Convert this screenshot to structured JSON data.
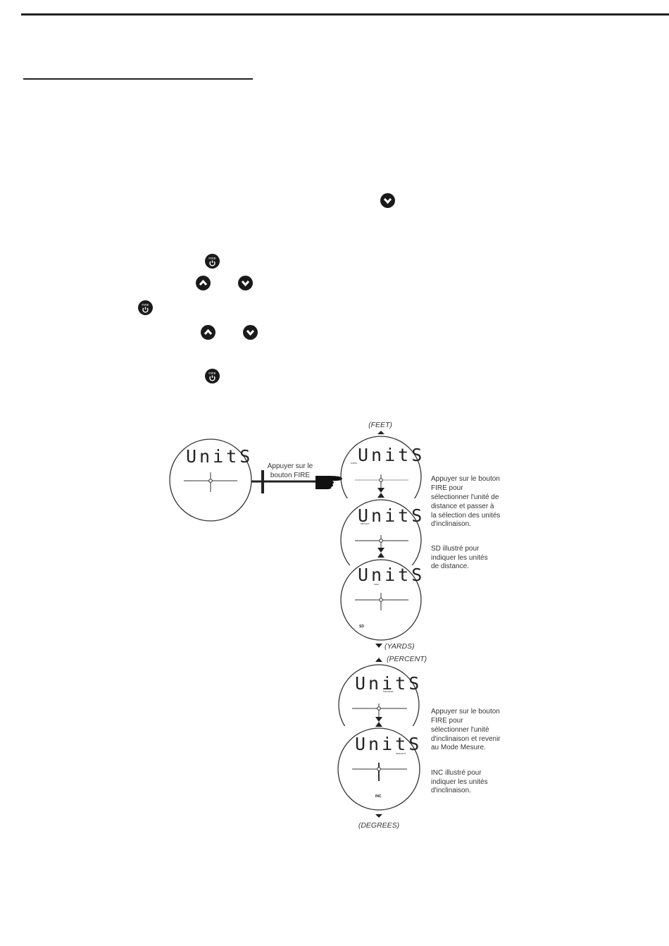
{
  "icons": {
    "down": "chevron-down-button",
    "up": "chevron-up-button",
    "fire": "fire-power-button",
    "fire_label": "FIRE"
  },
  "diagram": {
    "lcd_text": "UnitS",
    "press_fire": [
      "Appuyer sur le",
      "bouton FIRE"
    ],
    "feet": "(FEET)",
    "yards": "(YARDS)",
    "percent": "(PERCENT)",
    "degrees": "(DEGREES)",
    "unit_tags": [
      "YARDS",
      "METERS",
      "FEET",
      "DEGREES",
      "PERCENT"
    ],
    "sd": "SD",
    "inc": "INC",
    "note_distance": [
      "Appuyer sur le bouton",
      "FIRE pour",
      "sélectionner l'unité de",
      "distance et passer à",
      "la sélection des unités",
      "d'inclinaison."
    ],
    "note_sd": [
      "SD illustré pour",
      "indiquer les unités",
      "de distance."
    ],
    "note_incline": [
      "Appuyer sur le bouton",
      "FIRE pour",
      "sélectionner l'unité",
      "d'inclinaison et revenir",
      "au Mode Mesure."
    ],
    "note_inc": [
      "INC illustré pour",
      "indiquer les unités",
      "d'inclinaison."
    ]
  }
}
